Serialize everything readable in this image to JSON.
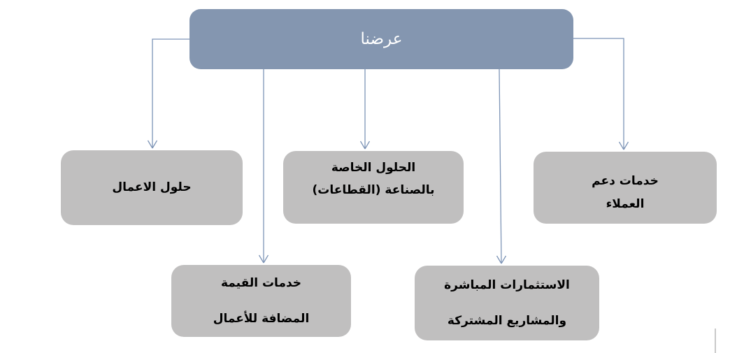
{
  "slide": {
    "root_node": {
      "label": "عرضنا"
    },
    "child_nodes": [
      {
        "name": "business-solutions",
        "lines": [
          "حلول الاعمال"
        ]
      },
      {
        "name": "industry-specific-solutions",
        "lines": [
          "الحلول الخاصة",
          "بالصناعة (القطاعات)"
        ]
      },
      {
        "name": "customer-support-services",
        "lines": [
          "خدمات دعم",
          "العملاء"
        ]
      },
      {
        "name": "value-added-business-services",
        "lines": [
          "خدمات القيمة",
          "المضافة للأعمال"
        ]
      },
      {
        "name": "direct-investments-joint-ventures",
        "lines": [
          "الاستثمارات المباشرة",
          "والمشاريع المشتركة"
        ]
      }
    ],
    "colors": {
      "root_fill": "#8496B0",
      "root_text": "#FFFFFF",
      "node_fill": "#C0BFBF",
      "node_text": "#000000",
      "connector": "#7D94B6",
      "background": "#FFFFFF"
    }
  }
}
